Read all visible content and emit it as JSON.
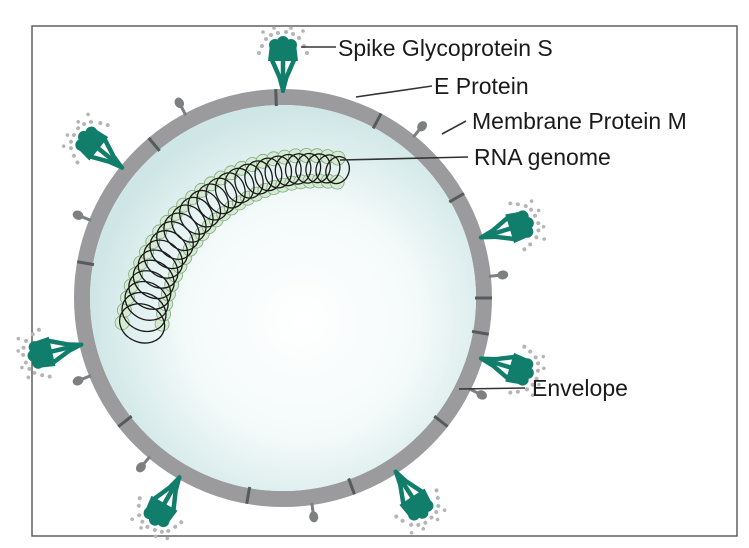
{
  "labels": {
    "spike": "Spike Glycoprotein S",
    "e_protein": "E Protein",
    "membrane": "Membrane Protein M",
    "rna": "RNA genome",
    "envelope": "Envelope"
  },
  "colors": {
    "frame": "#555555",
    "envelope": "#9b9b9d",
    "interior": "#e3f1f1",
    "spike": "#117e6c",
    "spike_dots": "#b5b5b5",
    "nucleocapsid": "#d6ecd2",
    "nucleocapsid_outline": "#7fa67f",
    "rna": "#1a1a1a"
  },
  "icons": [
    "spike-glycoprotein-icon",
    "e-protein-icon",
    "membrane-protein-icon",
    "rna-genome-icon",
    "envelope-icon"
  ]
}
